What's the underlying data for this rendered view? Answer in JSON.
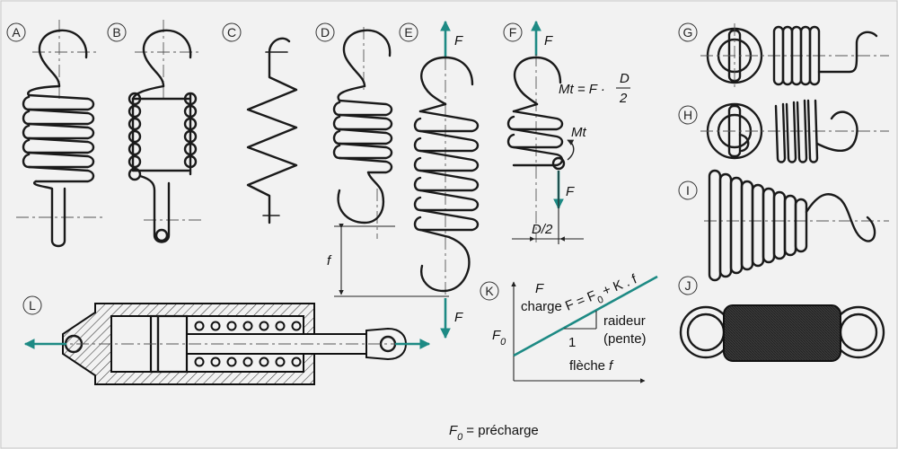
{
  "labels": {
    "a": "A",
    "b": "B",
    "c": "C",
    "d": "D",
    "e": "E",
    "f": "F",
    "g": "G",
    "h": "H",
    "i": "I",
    "j": "J",
    "k": "K",
    "l": "L"
  },
  "force": "F",
  "moment": "Mt",
  "formula_mt_left": "Mt = F ·",
  "formula_mt_num": "D",
  "formula_mt_den": "2",
  "half_diameter": "D/2",
  "deflection": "f",
  "graph": {
    "y_axis": "F",
    "charge": "charge",
    "equation": "F = F",
    "equation_sub": "0",
    "equation_tail": "+ K . f",
    "stiffness": "raideur",
    "stiffness_note": "(pente)",
    "unit": "1",
    "f0": "F",
    "f0_sub": "0",
    "x_axis": "flèche",
    "x_axis_var": "f"
  },
  "footnote": {
    "symbol": "F",
    "sub": "0",
    "text": "= précharge"
  },
  "colors": {
    "accent": "#1d8a84",
    "line": "#1a1a1a",
    "background": "#f2f2f2"
  }
}
